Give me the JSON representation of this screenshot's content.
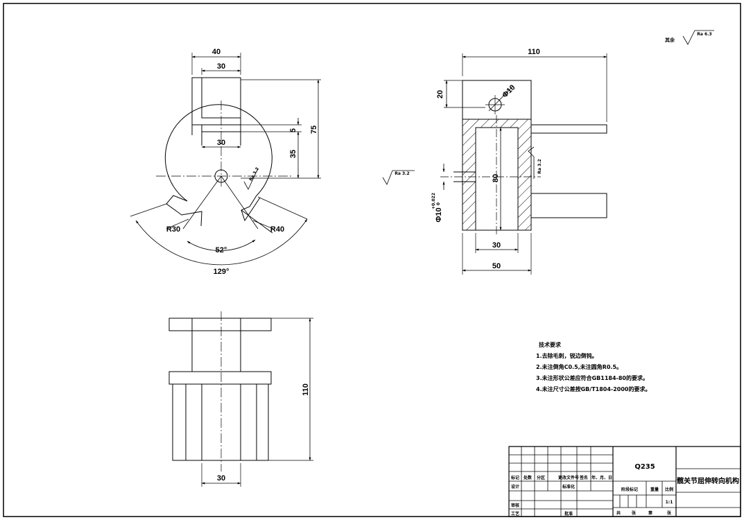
{
  "views": {
    "front": {
      "dims": {
        "top_width": "40",
        "inner_width": "30",
        "slot_width": "30",
        "gap": "5",
        "height_upper": "75",
        "height_lower": "35",
        "radius_left": "R30",
        "radius_right": "R40",
        "angle_inner": "52°",
        "angle_outer": "129°",
        "hole_callout": "Ra 3.2"
      }
    },
    "side": {
      "dims": {
        "total_width": "110",
        "top_height": "20",
        "hole_dia": "Φ10",
        "inner_height": "80",
        "inner_width": "30",
        "base_width": "50",
        "bore": "Φ10",
        "tol_upper": "+0.022",
        "tol_lower": "0",
        "rough_left": "Ra 3.2",
        "rough_right": "Ra 3.2"
      }
    },
    "bottom": {
      "dims": {
        "height": "110",
        "width": "30"
      }
    }
  },
  "roughness_note": {
    "label": "其余",
    "value": "Ra 6.3"
  },
  "tech_requirements": {
    "title": "技术要求",
    "items": [
      "1.去除毛刺，锐边倒钝。",
      "2.未注倒角C0.5,未注圆角R0.5。",
      "3.未注形状公差应符合GB1184-80的要求。",
      "4.未注尺寸公差按GB/T1804-2000的要求。"
    ]
  },
  "title_block": {
    "material": "Q235",
    "drawing_name": "髋关节屈伸转向机构",
    "headers_row": [
      "标记",
      "处数",
      "分区",
      "更改文件号",
      "签名",
      "年、月、日"
    ],
    "design": "设计",
    "standardization": "标准化",
    "stage_mark": "阶段标记",
    "weight": "重量",
    "scale_label": "比例",
    "scale": "1:1",
    "review": "审核",
    "process": "工艺",
    "approve": "批准",
    "total": "共",
    "sheets": "张",
    "page": "第",
    "sheet2": "张"
  }
}
